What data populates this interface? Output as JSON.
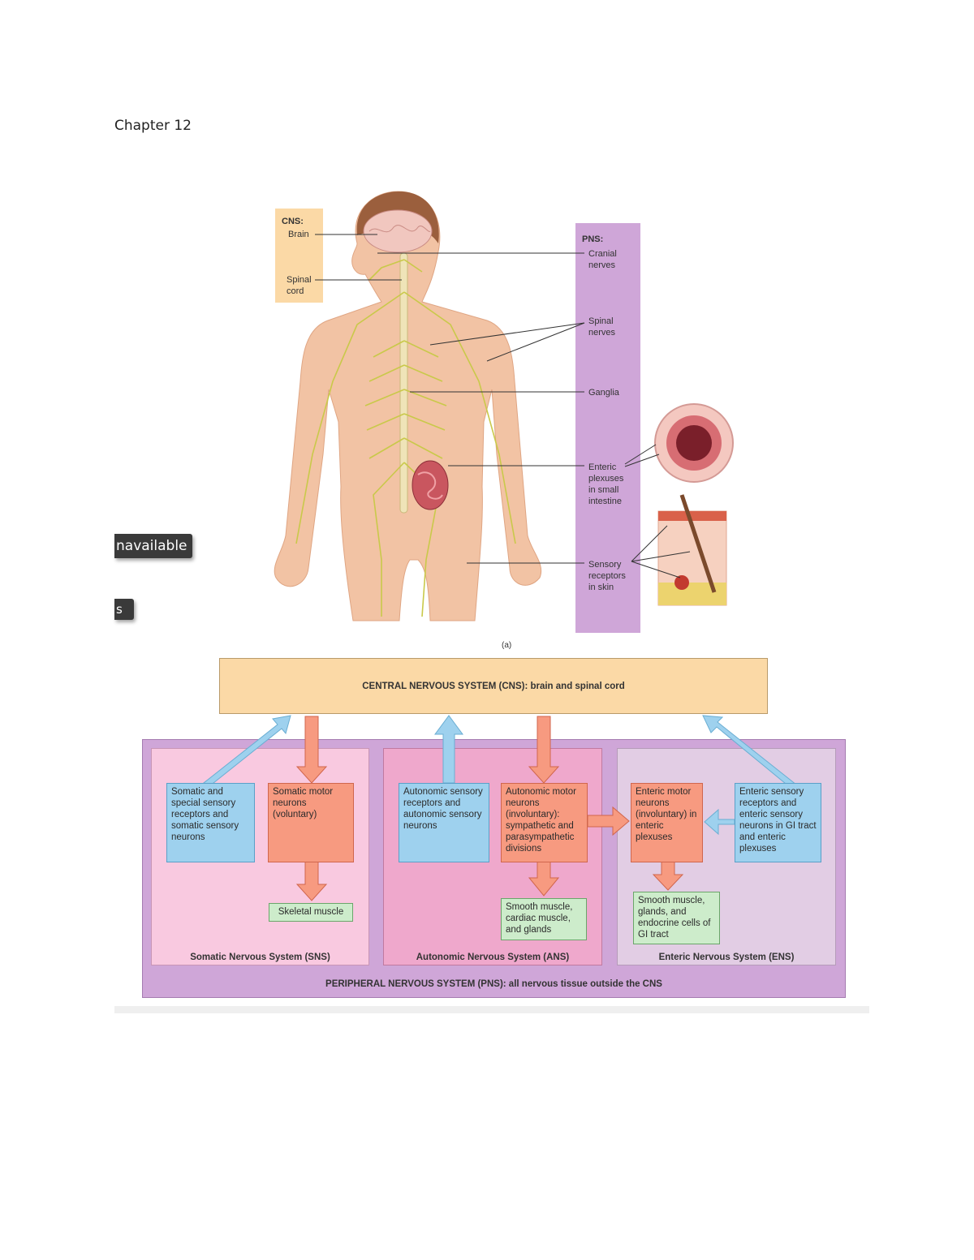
{
  "page": {
    "chapter_title": "Chapter 12",
    "tag_1": "navailable",
    "tag_2": "s"
  },
  "anatomy": {
    "cns_header": "CNS:",
    "cns_brain": "Brain",
    "cns_spinal_cord": "Spinal cord",
    "pns_header": "PNS:",
    "pns_cranial_nerves": "Cranial nerves",
    "pns_spinal_nerves": "Spinal nerves",
    "pns_ganglia": "Ganglia",
    "pns_enteric_plexuses": "Enteric plexuses in small intestine",
    "pns_sensory_receptors": "Sensory receptors in skin",
    "figure_label": "(a)"
  },
  "flowchart": {
    "cns_box": "CENTRAL NERVOUS SYSTEM (CNS): brain and spinal cord",
    "pns_footer": "PERIPHERAL NERVOUS SYSTEM (PNS): all nervous tissue outside the CNS",
    "somatic": {
      "sensory": "Somatic and special sensory receptors and somatic sensory neurons",
      "motor": "Somatic motor neurons (voluntary)",
      "effector": "Skeletal muscle",
      "label": "Somatic Nervous System (SNS)"
    },
    "autonomic": {
      "sensory": "Autonomic sensory receptors and autonomic sensory neurons",
      "motor": "Autonomic motor neurons (involuntary): sympathetic and parasympathetic divisions",
      "effector": "Smooth muscle, cardiac muscle, and glands",
      "label": "Autonomic Nervous System (ANS)"
    },
    "enteric": {
      "motor": "Enteric motor neurons (involuntary) in enteric plexuses",
      "sensory": "Enteric sensory receptors and enteric sensory neurons in GI tract and enteric plexuses",
      "effector": "Smooth muscle, glands, and endocrine cells of GI tract",
      "label": "Enteric Nervous System (ENS)"
    }
  },
  "colors": {
    "cns": "#fbd9a6",
    "pns": "#cfa6d8",
    "somatic_bg": "#f9c9e0",
    "autonomic_bg": "#efa8cc",
    "enteric_bg": "#e2cde4",
    "sensory_blue": "#9ed1ee",
    "motor_salmon": "#f79a80",
    "effector_green": "#cdeccb",
    "nerve_yellow": "#c9c94a",
    "skin": "#f2c3a4"
  }
}
